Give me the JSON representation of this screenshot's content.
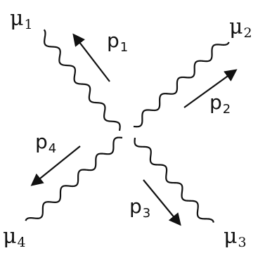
{
  "legs": [
    {
      "id": 1,
      "field": "μ",
      "field_index": "1",
      "momentum": "p",
      "momentum_index": "1"
    },
    {
      "id": 2,
      "field": "μ",
      "field_index": "2",
      "momentum": "p",
      "momentum_index": "2"
    },
    {
      "id": 3,
      "field": "μ",
      "field_index": "3",
      "momentum": "p",
      "momentum_index": "3"
    },
    {
      "id": 4,
      "field": "μ",
      "field_index": "4",
      "momentum": "p",
      "momentum_index": "4"
    }
  ],
  "colors": {
    "line": "#111111",
    "text": "#111111",
    "background": "#ffffff"
  }
}
